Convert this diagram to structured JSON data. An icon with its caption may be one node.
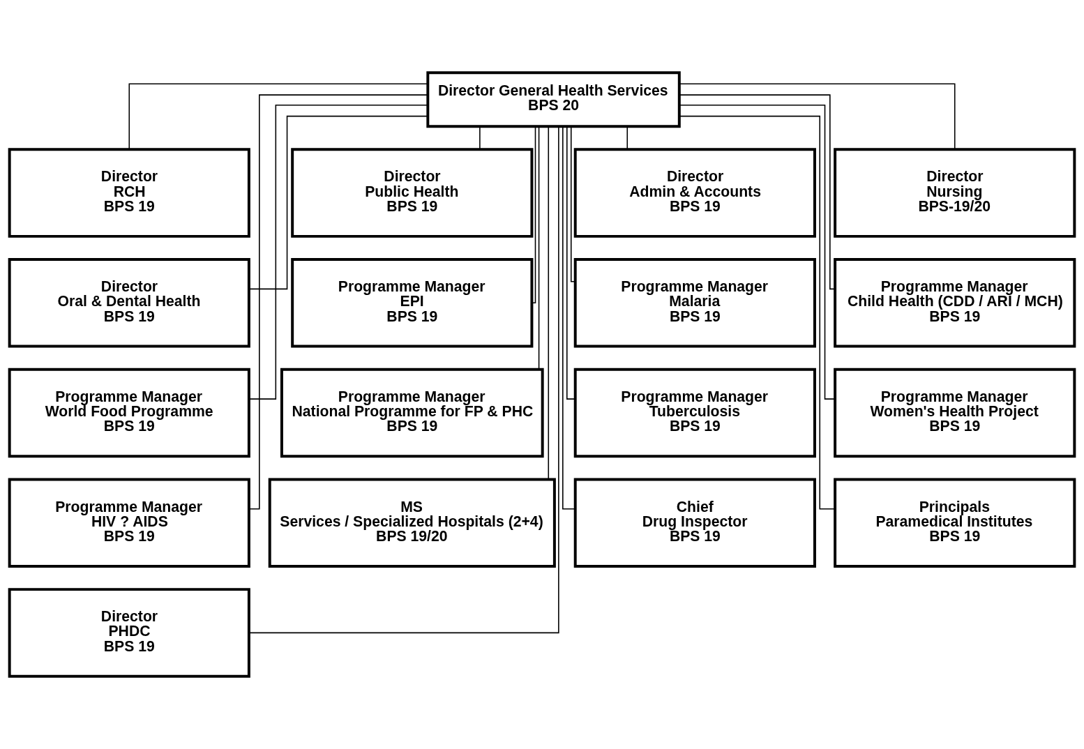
{
  "diagram": {
    "nodes": [
      {
        "text": [
          "Director General Health Services",
          "BPS 20"
        ]
      },
      {
        "text": [
          "Director",
          "RCH",
          "BPS 19"
        ]
      },
      {
        "text": [
          "Director",
          "Public Health",
          "BPS 19"
        ]
      },
      {
        "text": [
          "Director",
          "Admin & Accounts",
          "BPS 19"
        ]
      },
      {
        "text": [
          "Director",
          "Nursing",
          "BPS-19/20"
        ]
      },
      {
        "text": [
          "Director",
          "Oral & Dental Health",
          "BPS 19"
        ]
      },
      {
        "text": [
          "Programme Manager",
          "EPI",
          "BPS 19"
        ]
      },
      {
        "text": [
          "Programme Manager",
          "Malaria",
          "BPS 19"
        ]
      },
      {
        "text": [
          "Programme Manager",
          "Child Health (CDD / ARI / MCH)",
          "BPS 19"
        ]
      },
      {
        "text": [
          "Programme Manager",
          "World Food Programme",
          "BPS 19"
        ]
      },
      {
        "text": [
          "Programme Manager",
          "National Programme for FP & PHC",
          "BPS 19"
        ]
      },
      {
        "text": [
          "Programme Manager",
          "Tuberculosis",
          "BPS 19"
        ]
      },
      {
        "text": [
          "Programme Manager",
          "Women's Health Project",
          "BPS 19"
        ]
      },
      {
        "text": [
          "Programme Manager",
          "HIV ? AIDS",
          "BPS 19"
        ]
      },
      {
        "text": [
          "MS",
          "Services / Specialized Hospitals (2+4)",
          "BPS 19/20"
        ]
      },
      {
        "text": [
          "Chief",
          "Drug Inspector",
          "BPS 19"
        ]
      },
      {
        "text": [
          "Principals",
          "Paramedical Institutes",
          "BPS 19"
        ]
      },
      {
        "text": [
          "Director",
          "PHDC",
          "BPS 19"
        ]
      }
    ],
    "edges": [
      {
        "from": 0,
        "to": 1,
        "arrow": "none"
      },
      {
        "from": 0,
        "to": 2,
        "arrow": "none"
      },
      {
        "from": 0,
        "to": 3,
        "arrow": "none"
      },
      {
        "from": 0,
        "to": 4,
        "arrow": "none"
      },
      {
        "from": 0,
        "to": 5,
        "arrow": "none"
      },
      {
        "from": 0,
        "to": 6,
        "arrow": "none"
      },
      {
        "from": 0,
        "to": 7,
        "arrow": "none"
      },
      {
        "from": 0,
        "to": 8,
        "arrow": "none"
      },
      {
        "from": 0,
        "to": 9,
        "arrow": "none"
      },
      {
        "from": 0,
        "to": 10,
        "arrow": "none"
      },
      {
        "from": 0,
        "to": 11,
        "arrow": "none"
      },
      {
        "from": 0,
        "to": 12,
        "arrow": "none"
      },
      {
        "from": 0,
        "to": 13,
        "arrow": "none"
      },
      {
        "from": 0,
        "to": 14,
        "arrow": "none"
      },
      {
        "from": 0,
        "to": 15,
        "arrow": "none"
      },
      {
        "from": 0,
        "to": 16,
        "arrow": "none"
      },
      {
        "from": 0,
        "to": 17,
        "arrow": "none"
      }
    ]
  }
}
